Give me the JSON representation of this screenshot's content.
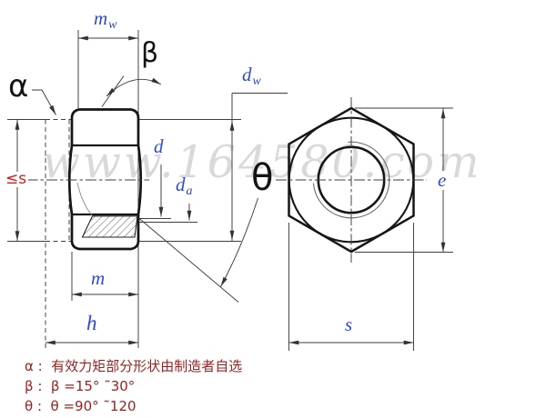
{
  "watermark": "www.164580.com",
  "colors": {
    "dimension_label_blue": "#2d49cf",
    "limit_label_red": "#c42323",
    "note_text_red": "#9b2222",
    "drawing_line_dark": "#161616",
    "watermark_gray": "#c9c9c9"
  },
  "dimension_labels": {
    "mw": {
      "main": "m",
      "sub": "w"
    },
    "dw": {
      "main": "d",
      "sub": "w"
    },
    "d": {
      "main": "d"
    },
    "da": {
      "main": "d",
      "sub": "a"
    },
    "m": {
      "main": "m"
    },
    "h": {
      "main": "h"
    },
    "e": {
      "main": "e"
    },
    "s": {
      "main": "s"
    },
    "s_limit": {
      "main": "≤s"
    }
  },
  "angle_labels": {
    "alpha": "α",
    "beta": "β",
    "theta": "θ"
  },
  "notes": [
    "α :  有效力矩部分形状由制造者自选",
    "β :  β =15° ˜30°",
    "θ :  θ =90° ˜120"
  ]
}
